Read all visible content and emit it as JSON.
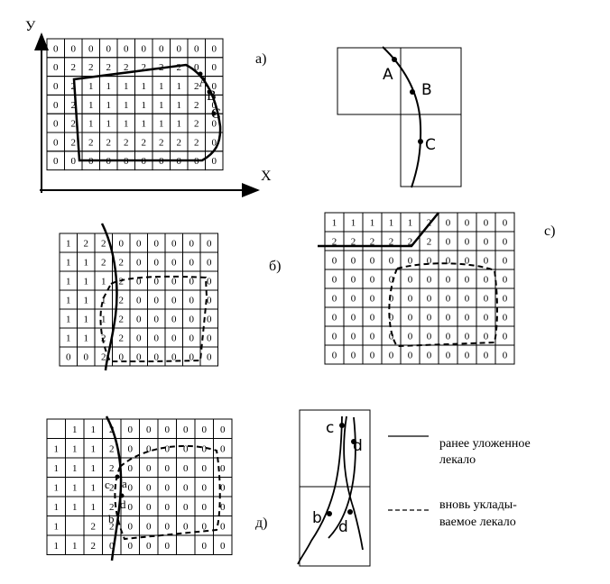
{
  "labels": {
    "y_axis": "У",
    "x_axis": "X",
    "panel_a": "а)",
    "panel_b": "б)",
    "panel_c": "с)",
    "panel_d": "д)"
  },
  "grid_a": [
    [
      "0",
      "0",
      "0",
      "0",
      "0",
      "0",
      "0",
      "0",
      "0",
      "0"
    ],
    [
      "0",
      "2",
      "2",
      "2",
      "2",
      "2",
      "2",
      "2",
      "0",
      "0"
    ],
    [
      "0",
      "2",
      "1",
      "1",
      "1",
      "1",
      "1",
      "1",
      "2",
      "0"
    ],
    [
      "0",
      "2",
      "1",
      "1",
      "1",
      "1",
      "1",
      "1",
      "2",
      "0"
    ],
    [
      "0",
      "2",
      "1",
      "1",
      "1",
      "1",
      "1",
      "1",
      "2",
      "0"
    ],
    [
      "0",
      "2",
      "2",
      "2",
      "2",
      "2",
      "2",
      "2",
      "2",
      "0"
    ],
    [
      "0",
      "0",
      "0",
      "0",
      "0",
      "0",
      "0",
      "0",
      "0",
      "0"
    ]
  ],
  "points_a": [
    "A",
    "B",
    "C"
  ],
  "detail_top": [
    "A",
    "B",
    "C"
  ],
  "grid_b": [
    [
      "1",
      "2",
      "2",
      "0",
      "0",
      "0",
      "0",
      "0",
      "0"
    ],
    [
      "1",
      "1",
      "2",
      "2",
      "0",
      "0",
      "0",
      "0",
      "0"
    ],
    [
      "1",
      "1",
      "1",
      "2",
      "0",
      "0",
      "0",
      "0",
      "0"
    ],
    [
      "1",
      "1",
      "1",
      "2",
      "0",
      "0",
      "0",
      "0",
      "0"
    ],
    [
      "1",
      "1",
      "1",
      "2",
      "0",
      "0",
      "0",
      "0",
      "0"
    ],
    [
      "1",
      "1",
      "2",
      "2",
      "0",
      "0",
      "0",
      "0",
      "0"
    ],
    [
      "0",
      "0",
      "2",
      "0",
      "0",
      "0",
      "0",
      "0",
      "0"
    ]
  ],
  "grid_c": [
    [
      "1",
      "1",
      "1",
      "1",
      "1",
      "2",
      "0",
      "0",
      "0",
      "0"
    ],
    [
      "2",
      "2",
      "2",
      "2",
      "2",
      "2",
      "0",
      "0",
      "0",
      "0"
    ],
    [
      "0",
      "0",
      "0",
      "0",
      "0",
      "0",
      "0",
      "0",
      "0",
      "0"
    ],
    [
      "0",
      "0",
      "0",
      "0",
      "0",
      "0",
      "0",
      "0",
      "0",
      "0"
    ],
    [
      "0",
      "0",
      "0",
      "0",
      "0",
      "0",
      "0",
      "0",
      "0",
      "0"
    ],
    [
      "0",
      "0",
      "0",
      "0",
      "0",
      "0",
      "0",
      "0",
      "0",
      "0"
    ],
    [
      "0",
      "0",
      "0",
      "0",
      "0",
      "0",
      "0",
      "0",
      "0",
      "0"
    ],
    [
      "0",
      "0",
      "0",
      "0",
      "0",
      "0",
      "0",
      "0",
      "0",
      "0"
    ]
  ],
  "grid_d": [
    [
      "",
      "1",
      "1",
      "2",
      "0",
      "0",
      "0",
      "0",
      "0",
      "0"
    ],
    [
      "1",
      "1",
      "1",
      "2",
      "0",
      "0",
      "0",
      "0",
      "0",
      "0"
    ],
    [
      "1",
      "1",
      "1",
      "2",
      "0",
      "0",
      "0",
      "0",
      "0",
      "0"
    ],
    [
      "1",
      "1",
      "1",
      "2",
      "0",
      "0",
      "0",
      "0",
      "0",
      "0"
    ],
    [
      "1",
      "1",
      "1",
      "2",
      "0",
      "0",
      "0",
      "0",
      "0",
      "0"
    ],
    [
      "1",
      "",
      "2",
      "2",
      "0",
      "0",
      "0",
      "0",
      "0",
      "0"
    ],
    [
      "1",
      "1",
      "2",
      "0",
      "0",
      "0",
      "0",
      "",
      "0",
      "0"
    ]
  ],
  "points_d": [
    "c",
    "a",
    "d",
    "b"
  ],
  "detail_bottom": [
    "c",
    "d",
    "b",
    "d"
  ],
  "legend": {
    "solid": "ранее уложенное лекало",
    "dashed": "вновь уклады-\nваемое лекало",
    "solid_lines": [
      "ранее уложенное",
      "лекало"
    ],
    "dashed_lines": [
      "вновь уклады-",
      "ваемое лекало"
    ]
  }
}
